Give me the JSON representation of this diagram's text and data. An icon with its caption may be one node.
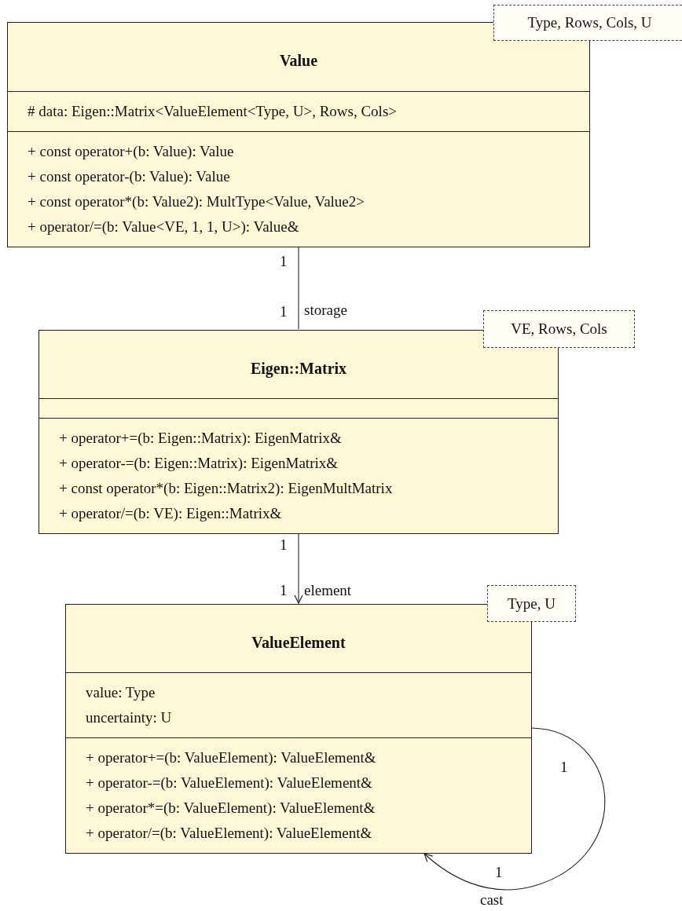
{
  "diagram": {
    "nodes": [
      {
        "text": [
          "Value",
          "# data: Eigen::Matrix<ValueElement<Type, U>, Rows, Cols>",
          "+ const operator+(b: Value): Value",
          "+ const operator-(b: Value): Value",
          "+ const operator*(b: Value2): MultType<Value, Value2>",
          "+ operator/=(b: Value<VE, 1, 1, U>): Value&"
        ]
      },
      {
        "text": [
          "Type, Rows, Cols, U"
        ]
      },
      {
        "text": [
          "Eigen::Matrix",
          "+ operator+=(b: Eigen::Matrix): EigenMatrix&",
          "+ operator-=(b: Eigen::Matrix): EigenMatrix&",
          "+ const operator*(b: Eigen::Matrix2): EigenMultMatrix",
          "+ operator/=(b: VE): Eigen::Matrix&"
        ]
      },
      {
        "text": [
          "VE, Rows, Cols"
        ]
      },
      {
        "text": [
          "ValueElement",
          "value: Type",
          "uncertainty: U",
          "+ operator+=(b: ValueElement): ValueElement&",
          "+ operator-=(b: ValueElement): ValueElement&",
          "+ operator*=(b: ValueElement): ValueElement&",
          "+ operator/=(b: ValueElement): ValueElement&"
        ]
      },
      {
        "text": [
          "Type, U"
        ]
      }
    ],
    "edges": [
      {
        "from": 0,
        "to": 2,
        "arrow": "none",
        "label": "storage"
      },
      {
        "from": 2,
        "to": 4,
        "arrow": "to",
        "label": "element"
      },
      {
        "from": 4,
        "to": 4,
        "arrow": "to",
        "label": "cast"
      }
    ],
    "labels": [
      "1",
      "1",
      "1",
      "1",
      "1",
      "1"
    ]
  }
}
